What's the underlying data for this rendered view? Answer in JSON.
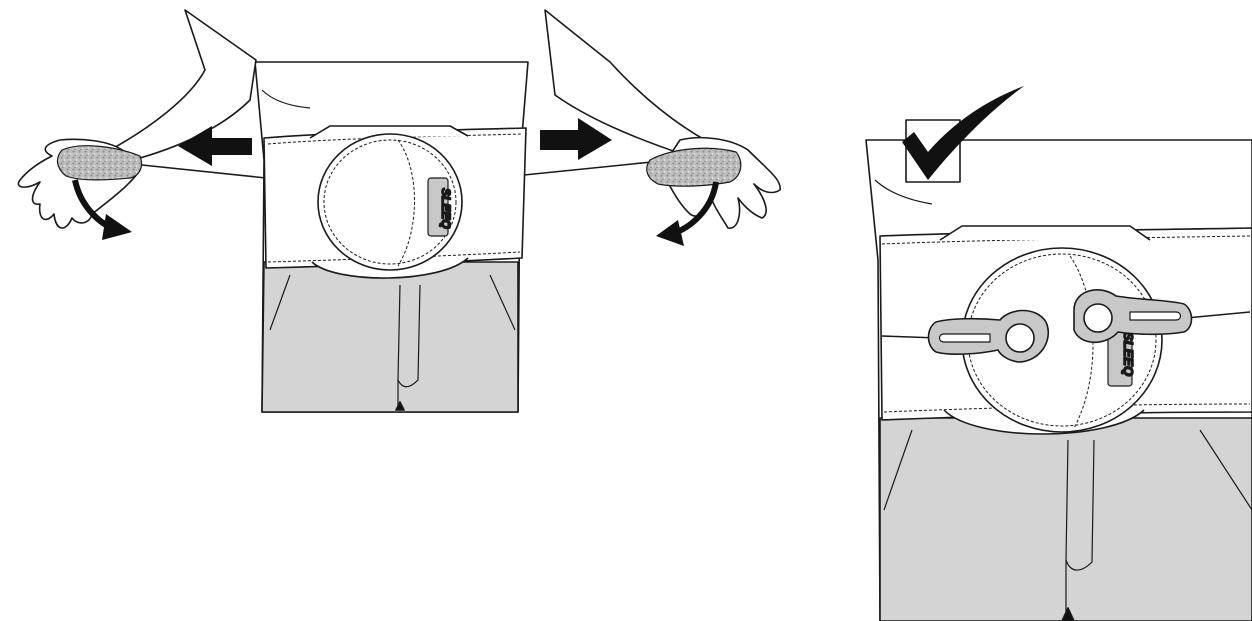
{
  "figure": {
    "left_panel": {
      "brand_label": "SLEEQ",
      "step": "pull-straps-outward-and-rotate-wrists"
    },
    "right_panel": {
      "brand_label": "SLEEQ",
      "status_icon": "checkmark-icon",
      "step": "rings-fastened-result"
    },
    "colors": {
      "outline": "#1a1a1a",
      "pants_fill": "#d4d4d4",
      "ring_fill": "#c8c8c8",
      "arrow_fill": "#111111",
      "velcro_fill": "#b9b9b9"
    }
  }
}
